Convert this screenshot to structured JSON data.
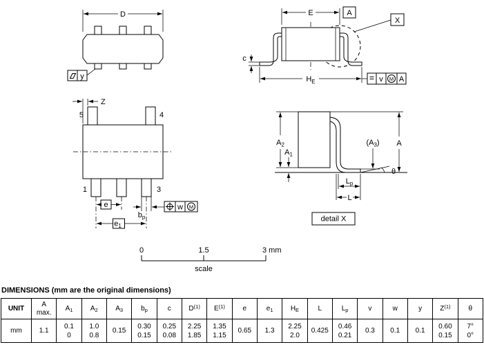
{
  "drawing": {
    "d_label": "D",
    "e_label": "E",
    "datum_a": "A",
    "detail_marker": "X",
    "c_label": "c",
    "he_main": "H",
    "he_sub": "E",
    "tol1": {
      "v": "v",
      "m": "M",
      "a": "A"
    },
    "y_datum": "y",
    "z_label": "Z",
    "pins": {
      "p1": "1",
      "p3": "3",
      "p4": "4",
      "p5": "5"
    },
    "e_dim": "e",
    "e1_main": "e",
    "e1_sub": "1",
    "bp_main": "b",
    "bp_sub": "p",
    "tol2": {
      "w": "w",
      "m": "M"
    },
    "a_label": "A",
    "a1_main": "A",
    "a1_sub": "1",
    "a2_main": "A",
    "a2_sub": "2",
    "a3_open": "(A",
    "a3_sub": "3",
    "a3_close": ")",
    "theta_label": "θ",
    "lp_main": "L",
    "lp_sub": "p",
    "l_label": "L",
    "detail_label": "detail X",
    "scale": {
      "t0": "0",
      "t1": "1.5",
      "t2": "3 mm",
      "caption": "scale"
    }
  },
  "heading": "DIMENSIONS (mm are the original dimensions)",
  "table": {
    "headers": [
      {
        "main": "UNIT"
      },
      {
        "main": "A",
        "line2": "max."
      },
      {
        "main": "A",
        "sub": "1"
      },
      {
        "main": "A",
        "sub": "2"
      },
      {
        "main": "A",
        "sub": "3"
      },
      {
        "main": "b",
        "sub": "p"
      },
      {
        "main": "c"
      },
      {
        "main": "D",
        "sup": "(1)"
      },
      {
        "main": "E",
        "sup": "(1)"
      },
      {
        "main": "e"
      },
      {
        "main": "e",
        "sub": "1"
      },
      {
        "main": "H",
        "sub": "E"
      },
      {
        "main": "L"
      },
      {
        "main": "L",
        "sub": "p"
      },
      {
        "main": "v"
      },
      {
        "main": "w"
      },
      {
        "main": "y"
      },
      {
        "main": "Z",
        "sup": "(1)"
      },
      {
        "main": "θ"
      }
    ],
    "values": [
      {
        "a": "mm"
      },
      {
        "a": "1.1"
      },
      {
        "a": "0.1",
        "b": "0"
      },
      {
        "a": "1.0",
        "b": "0.8"
      },
      {
        "a": "0.15"
      },
      {
        "a": "0.30",
        "b": "0.15"
      },
      {
        "a": "0.25",
        "b": "0.08"
      },
      {
        "a": "2.25",
        "b": "1.85"
      },
      {
        "a": "1.35",
        "b": "1.15"
      },
      {
        "a": "0.65"
      },
      {
        "a": "1.3"
      },
      {
        "a": "2.25",
        "b": "2.0"
      },
      {
        "a": "0.425"
      },
      {
        "a": "0.46",
        "b": "0.21"
      },
      {
        "a": "0.3"
      },
      {
        "a": "0.1"
      },
      {
        "a": "0.1"
      },
      {
        "a": "0.60",
        "b": "0.15"
      },
      {
        "a": "7°",
        "b": "0°"
      }
    ]
  }
}
